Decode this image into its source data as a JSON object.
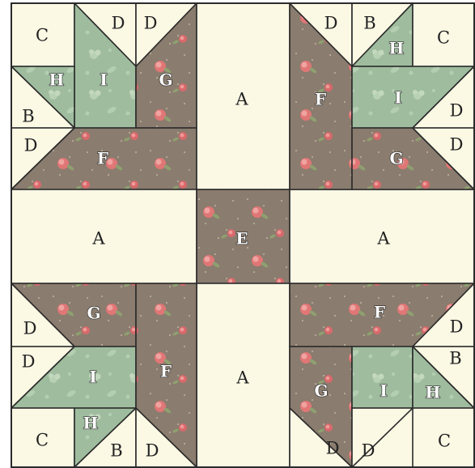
{
  "colors": {
    "cream": "#fbf8e4",
    "brown_floral": "#8a7c6e",
    "green_floral": "#9fbd9e",
    "seam": "#2b2b2b",
    "rose": "#e4797a"
  },
  "pieces": [
    {
      "id": "A",
      "style": "plain"
    },
    {
      "id": "B",
      "style": "plain"
    },
    {
      "id": "C",
      "style": "plain"
    },
    {
      "id": "D",
      "style": "plain"
    },
    {
      "id": "E",
      "style": "outline"
    },
    {
      "id": "F",
      "style": "outline"
    },
    {
      "id": "G",
      "style": "outline"
    },
    {
      "id": "H",
      "style": "outline"
    },
    {
      "id": "I",
      "style": "outline"
    }
  ],
  "labels": [
    {
      "text": "C",
      "style": "plain"
    },
    {
      "text": "D",
      "style": "plain"
    },
    {
      "text": "D",
      "style": "plain"
    },
    {
      "text": "H",
      "style": "outline"
    },
    {
      "text": "I",
      "style": "outline"
    },
    {
      "text": "G",
      "style": "outline"
    },
    {
      "text": "B",
      "style": "plain"
    },
    {
      "text": "D",
      "style": "plain"
    },
    {
      "text": "F",
      "style": "outline"
    },
    {
      "text": "A",
      "style": "plain"
    },
    {
      "text": "D",
      "style": "plain"
    },
    {
      "text": "B",
      "style": "plain"
    },
    {
      "text": "H",
      "style": "outline"
    },
    {
      "text": "C",
      "style": "plain"
    },
    {
      "text": "F",
      "style": "outline"
    },
    {
      "text": "I",
      "style": "outline"
    },
    {
      "text": "D",
      "style": "plain"
    },
    {
      "text": "D",
      "style": "plain"
    },
    {
      "text": "G",
      "style": "outline"
    },
    {
      "text": "A",
      "style": "plain"
    },
    {
      "text": "E",
      "style": "outline"
    },
    {
      "text": "A",
      "style": "plain"
    },
    {
      "text": "G",
      "style": "outline"
    },
    {
      "text": "D",
      "style": "plain"
    },
    {
      "text": "D",
      "style": "plain"
    },
    {
      "text": "I",
      "style": "outline"
    },
    {
      "text": "F",
      "style": "outline"
    },
    {
      "text": "H",
      "style": "outline"
    },
    {
      "text": "C",
      "style": "plain"
    },
    {
      "text": "B",
      "style": "plain"
    },
    {
      "text": "D",
      "style": "plain"
    },
    {
      "text": "A",
      "style": "plain"
    },
    {
      "text": "F",
      "style": "outline"
    },
    {
      "text": "D",
      "style": "plain"
    },
    {
      "text": "B",
      "style": "plain"
    },
    {
      "text": "G",
      "style": "outline"
    },
    {
      "text": "I",
      "style": "outline"
    },
    {
      "text": "H",
      "style": "outline"
    },
    {
      "text": "D",
      "style": "plain"
    },
    {
      "text": "D",
      "style": "plain"
    },
    {
      "text": "C",
      "style": "plain"
    }
  ]
}
